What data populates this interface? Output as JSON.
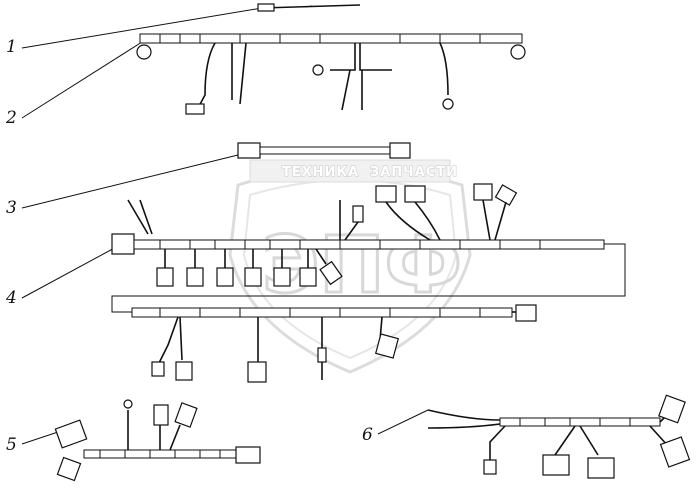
{
  "diagram": {
    "callouts": {
      "c1": "1",
      "c2": "2",
      "c3": "3",
      "c4": "4",
      "c5": "5",
      "c6": "6"
    },
    "watermark": {
      "line_left": "ТЕХНИКА",
      "line_right": "ЗАПЧАСТИ",
      "logo": "ЭПФ"
    }
  }
}
